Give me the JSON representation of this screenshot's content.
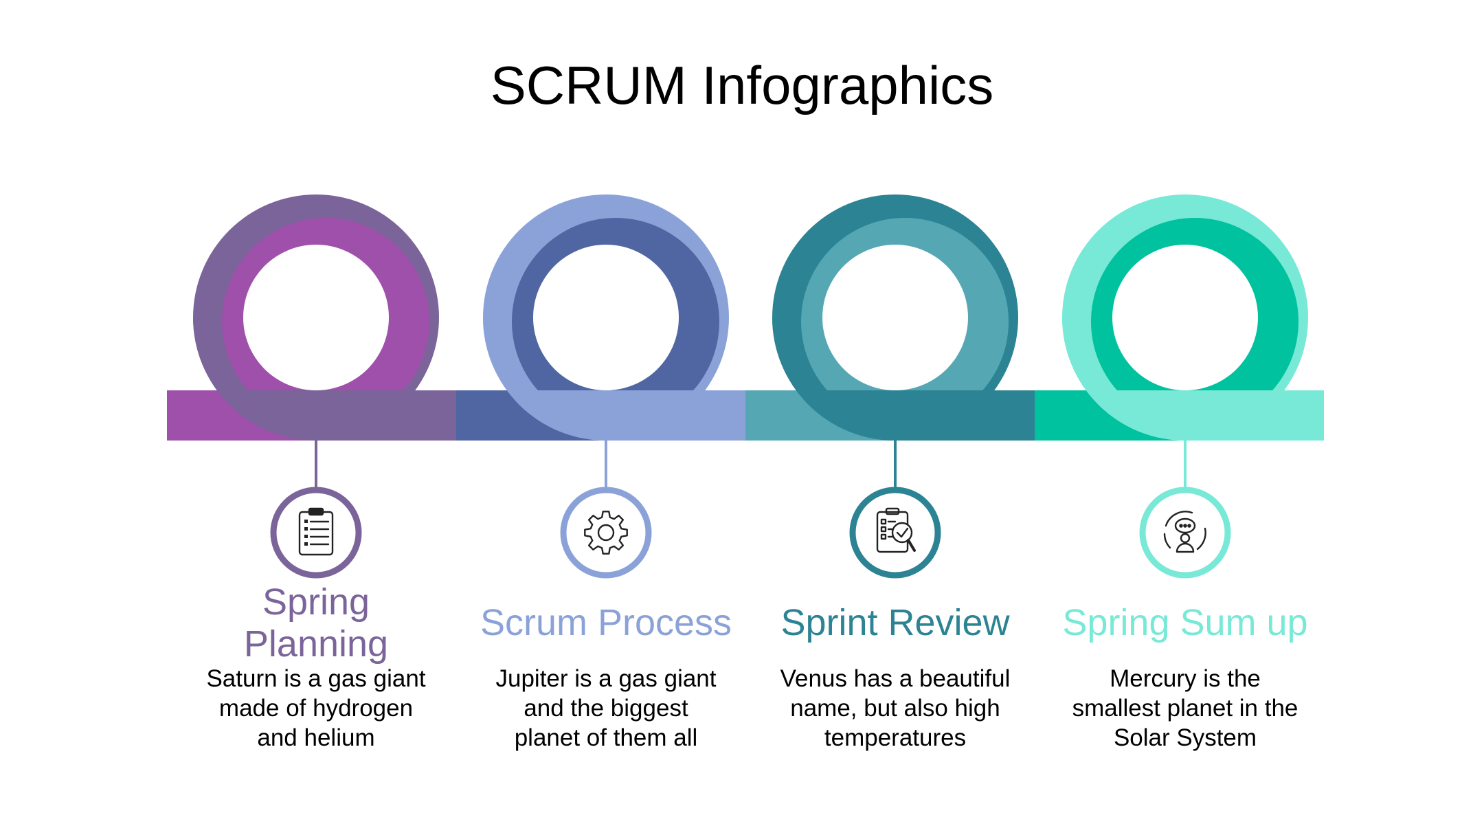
{
  "title": "SCRUM Infographics",
  "steps": [
    {
      "heading": "Spring Planning",
      "heading_lines": [
        "Spring",
        "Planning"
      ],
      "description_lines": [
        "Saturn is a gas giant",
        "made of hydrogen",
        "and helium"
      ],
      "icon": "clipboard-list-icon",
      "color_main": "#7B6499",
      "color_alt": "#9E50AB"
    },
    {
      "heading": "Scrum Process",
      "heading_lines": [
        "Scrum Process"
      ],
      "description_lines": [
        "Jupiter is a gas giant",
        "and the biggest",
        "planet of them all"
      ],
      "icon": "gear-icon",
      "color_main": "#8BA2D9",
      "color_alt": "#4F66A2"
    },
    {
      "heading": "Sprint Review",
      "heading_lines": [
        "Sprint Review"
      ],
      "description_lines": [
        "Venus has a beautiful",
        "name, but also high",
        "temperatures"
      ],
      "icon": "clipboard-check-search-icon",
      "color_main": "#2C8393",
      "color_alt": "#55A7B4"
    },
    {
      "heading": "Spring Sum up",
      "heading_lines": [
        "Spring Sum up"
      ],
      "description_lines": [
        "Mercury is the",
        "smallest planet in the",
        "Solar System"
      ],
      "icon": "team-communication-icon",
      "color_main": "#78E9D6",
      "color_alt": "#00C29E"
    }
  ]
}
